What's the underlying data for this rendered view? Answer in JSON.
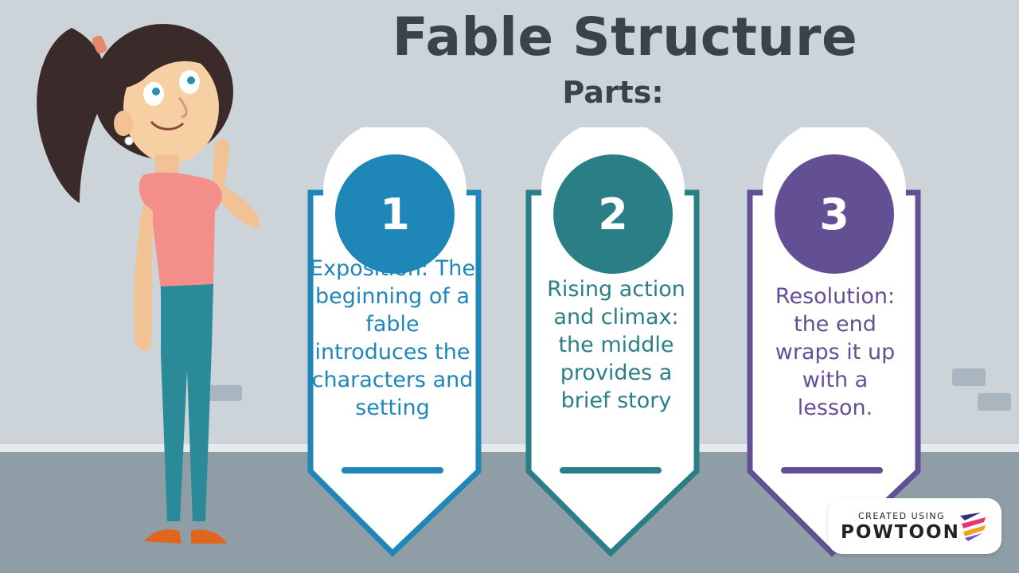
{
  "slide": {
    "title": "Fable Structure",
    "subtitle": "Parts:"
  },
  "cards": [
    {
      "number": "1",
      "text": "Exposition: The beginning of a fable introduces the characters and setting",
      "color": "#1f86b8"
    },
    {
      "number": "2",
      "text": "Rising action and climax: the middle provides a brief story",
      "color": "#2a7f86"
    },
    {
      "number": "3",
      "text": "Resolution: the end wraps it up with a lesson.",
      "color": "#634f94"
    }
  ],
  "badge": {
    "line1": "CREATED USING",
    "line2": "POWTOON"
  }
}
